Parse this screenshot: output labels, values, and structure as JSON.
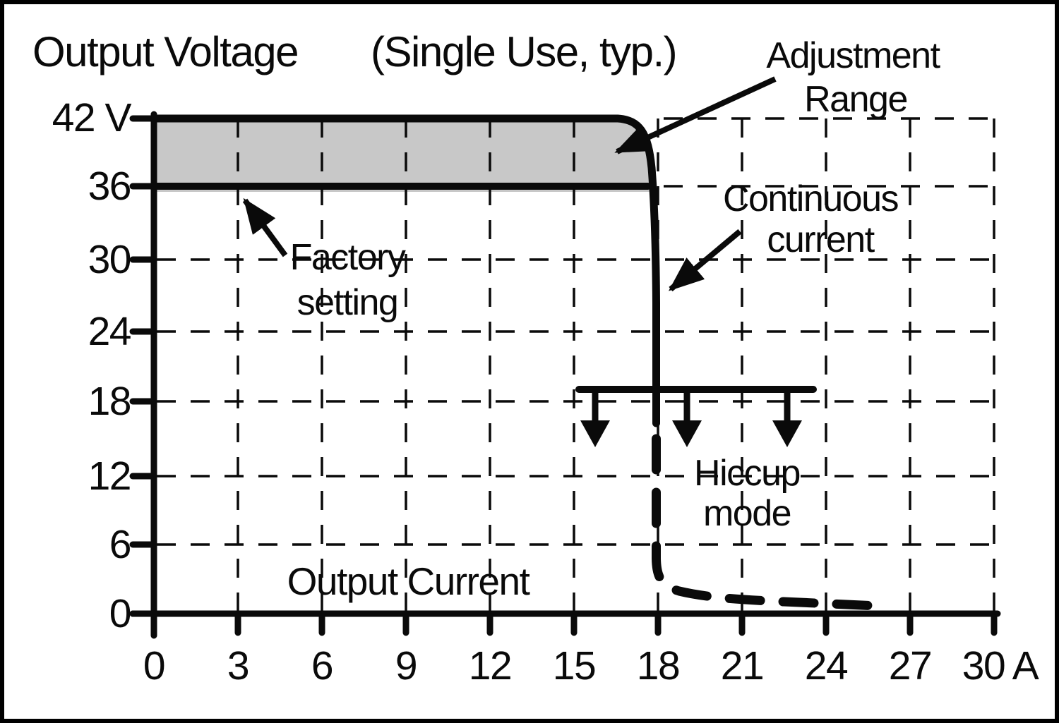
{
  "window": {
    "background_color": "#ffffff",
    "border_color": "#000000",
    "text_color": "#0a0a0a",
    "band_fill_color": "#c8c8c8"
  },
  "labels": {
    "title": "Output Voltage",
    "subtitle": "(Single Use, typ.)",
    "output_current": "Output Current",
    "adjustment_line1": "Adjustment",
    "adjustment_line2": "Range",
    "factory_line1": "Factory",
    "factory_line2": "setting",
    "continuous_line1": "Continuous",
    "continuous_line2": "current",
    "hiccup_line1": "Hiccup",
    "hiccup_line2": "mode",
    "y_ticks": [
      "42 V",
      "36",
      "30",
      "24",
      "18",
      "12",
      "6",
      "0"
    ],
    "x_ticks": [
      "0",
      "3",
      "6",
      "9",
      "12",
      "15",
      "18",
      "21",
      "24",
      "27",
      "30"
    ],
    "x_unit": "A"
  },
  "chart_data": {
    "type": "line",
    "title": "Output Voltage (Single Use, typ.)",
    "xlabel": "Output Current",
    "ylabel": "Output Voltage",
    "x_unit": "A",
    "y_unit": "V",
    "xlim": [
      0,
      30
    ],
    "ylim": [
      0,
      42
    ],
    "x_ticks": [
      0,
      3,
      6,
      9,
      12,
      15,
      18,
      21,
      24,
      27,
      30
    ],
    "y_ticks": [
      0,
      6,
      12,
      18,
      24,
      30,
      36,
      42
    ],
    "grid": "dashed",
    "series": [
      {
        "name": "continuous current limit curve",
        "style": "solid",
        "points": [
          [
            0,
            42
          ],
          [
            16.5,
            42
          ],
          [
            17.3,
            41.2
          ],
          [
            17.7,
            38
          ],
          [
            17.8,
            36
          ],
          [
            17.9,
            30
          ],
          [
            17.95,
            24
          ],
          [
            17.95,
            16
          ]
        ]
      },
      {
        "name": "hiccup mode curve",
        "style": "dashed",
        "points": [
          [
            17.95,
            16
          ],
          [
            17.95,
            4.7
          ],
          [
            18.4,
            2.3
          ],
          [
            19.5,
            1.5
          ],
          [
            21.5,
            1.1
          ],
          [
            23.5,
            0.9
          ],
          [
            25.8,
            0.7
          ]
        ]
      }
    ],
    "adjustment_band": {
      "v_min": 36,
      "v_max": 42,
      "i_start": 0,
      "i_end": 17.8,
      "fill": "#c8c8c8"
    },
    "factory_setting_voltage": 36,
    "hiccup_marker": {
      "v_level": 19,
      "i_start": 15.2,
      "i_end": 23.5,
      "arrow_positions_a": [
        15.8,
        19.0,
        22.6
      ]
    },
    "annotations": [
      {
        "text": "Adjustment Range",
        "points_to": "gray band between 36 V and 42 V"
      },
      {
        "text": "Factory setting",
        "points_to": "36 V line"
      },
      {
        "text": "Continuous current",
        "points_to": "vertical limit line at ~18 A"
      },
      {
        "text": "Hiccup mode",
        "points_to": "region below ~19 V beyond 18 A"
      }
    ],
    "legend_position": "none"
  }
}
